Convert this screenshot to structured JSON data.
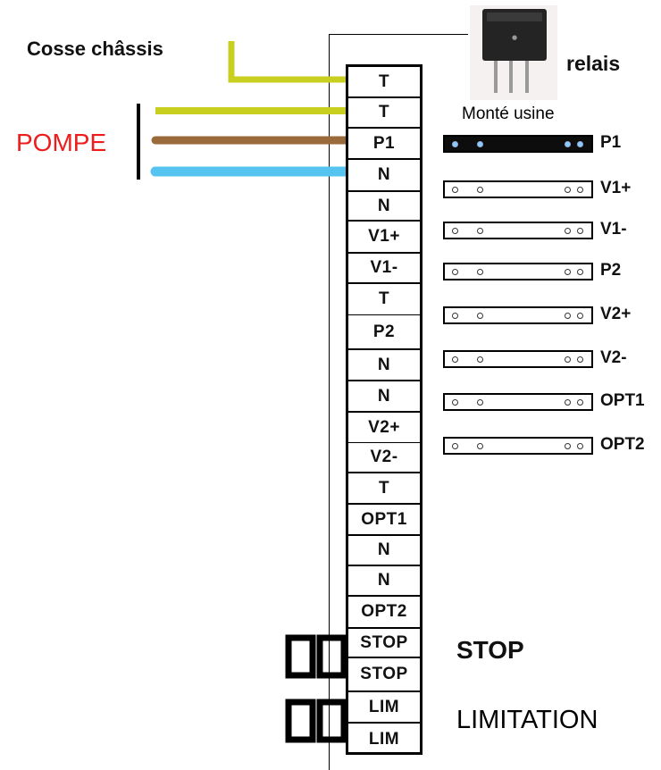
{
  "labels": {
    "chassis": "Cosse châssis",
    "pump": "POMPE",
    "relay": "relais",
    "factory_fitted": "Monté usine",
    "stop": "STOP",
    "limitation": "LIMITATION"
  },
  "terminals": [
    "T",
    "T",
    "P1",
    "N",
    "N",
    "V1+",
    "V1-",
    "T",
    "P2",
    "N",
    "N",
    "V2+",
    "V2-",
    "T",
    "OPT1",
    "N",
    "N",
    "OPT2",
    "STOP",
    "STOP",
    "LIM",
    "LIM"
  ],
  "relay_slots": [
    {
      "label": "P1",
      "fitted": true
    },
    {
      "label": "V1+",
      "fitted": false
    },
    {
      "label": "V1-",
      "fitted": false
    },
    {
      "label": "P2",
      "fitted": false
    },
    {
      "label": "V2+",
      "fitted": false
    },
    {
      "label": "V2-",
      "fitted": false
    },
    {
      "label": "OPT1",
      "fitted": false
    },
    {
      "label": "OPT2",
      "fitted": false
    }
  ],
  "wire_colors": {
    "earth": "#c8cf1f",
    "phase": "#9a6a3a",
    "neutral": "#56c4f0",
    "pump_label": "#ee1c1c"
  }
}
